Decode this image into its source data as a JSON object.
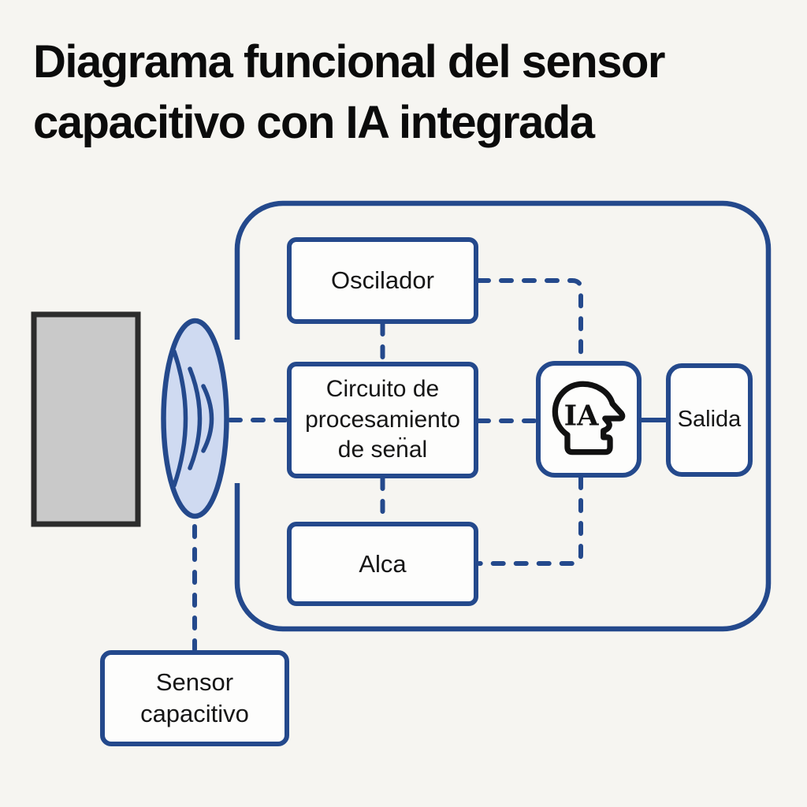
{
  "title": {
    "line1": "Diagrama funcional del sensor",
    "line2": "capacitivo con IA integrada"
  },
  "boxes": {
    "oscillator": "Oscilador",
    "processing": "Circuito de procesamiento de sen̈al",
    "amplifier": "Alca",
    "ai_label": "IA",
    "output": "Salida",
    "sensor": "Sensor capacitivo"
  },
  "icons": {
    "ai_head": "head-profile-with-IA-text"
  },
  "colors": {
    "accent": "#24498c",
    "bg": "#f6f5f1",
    "box": "#fdfdfc",
    "ink": "#151515",
    "plate": "#c9c9c9",
    "plate_border": "#2c2c2c",
    "field": "#cfdaf1",
    "icon": "#111111"
  }
}
